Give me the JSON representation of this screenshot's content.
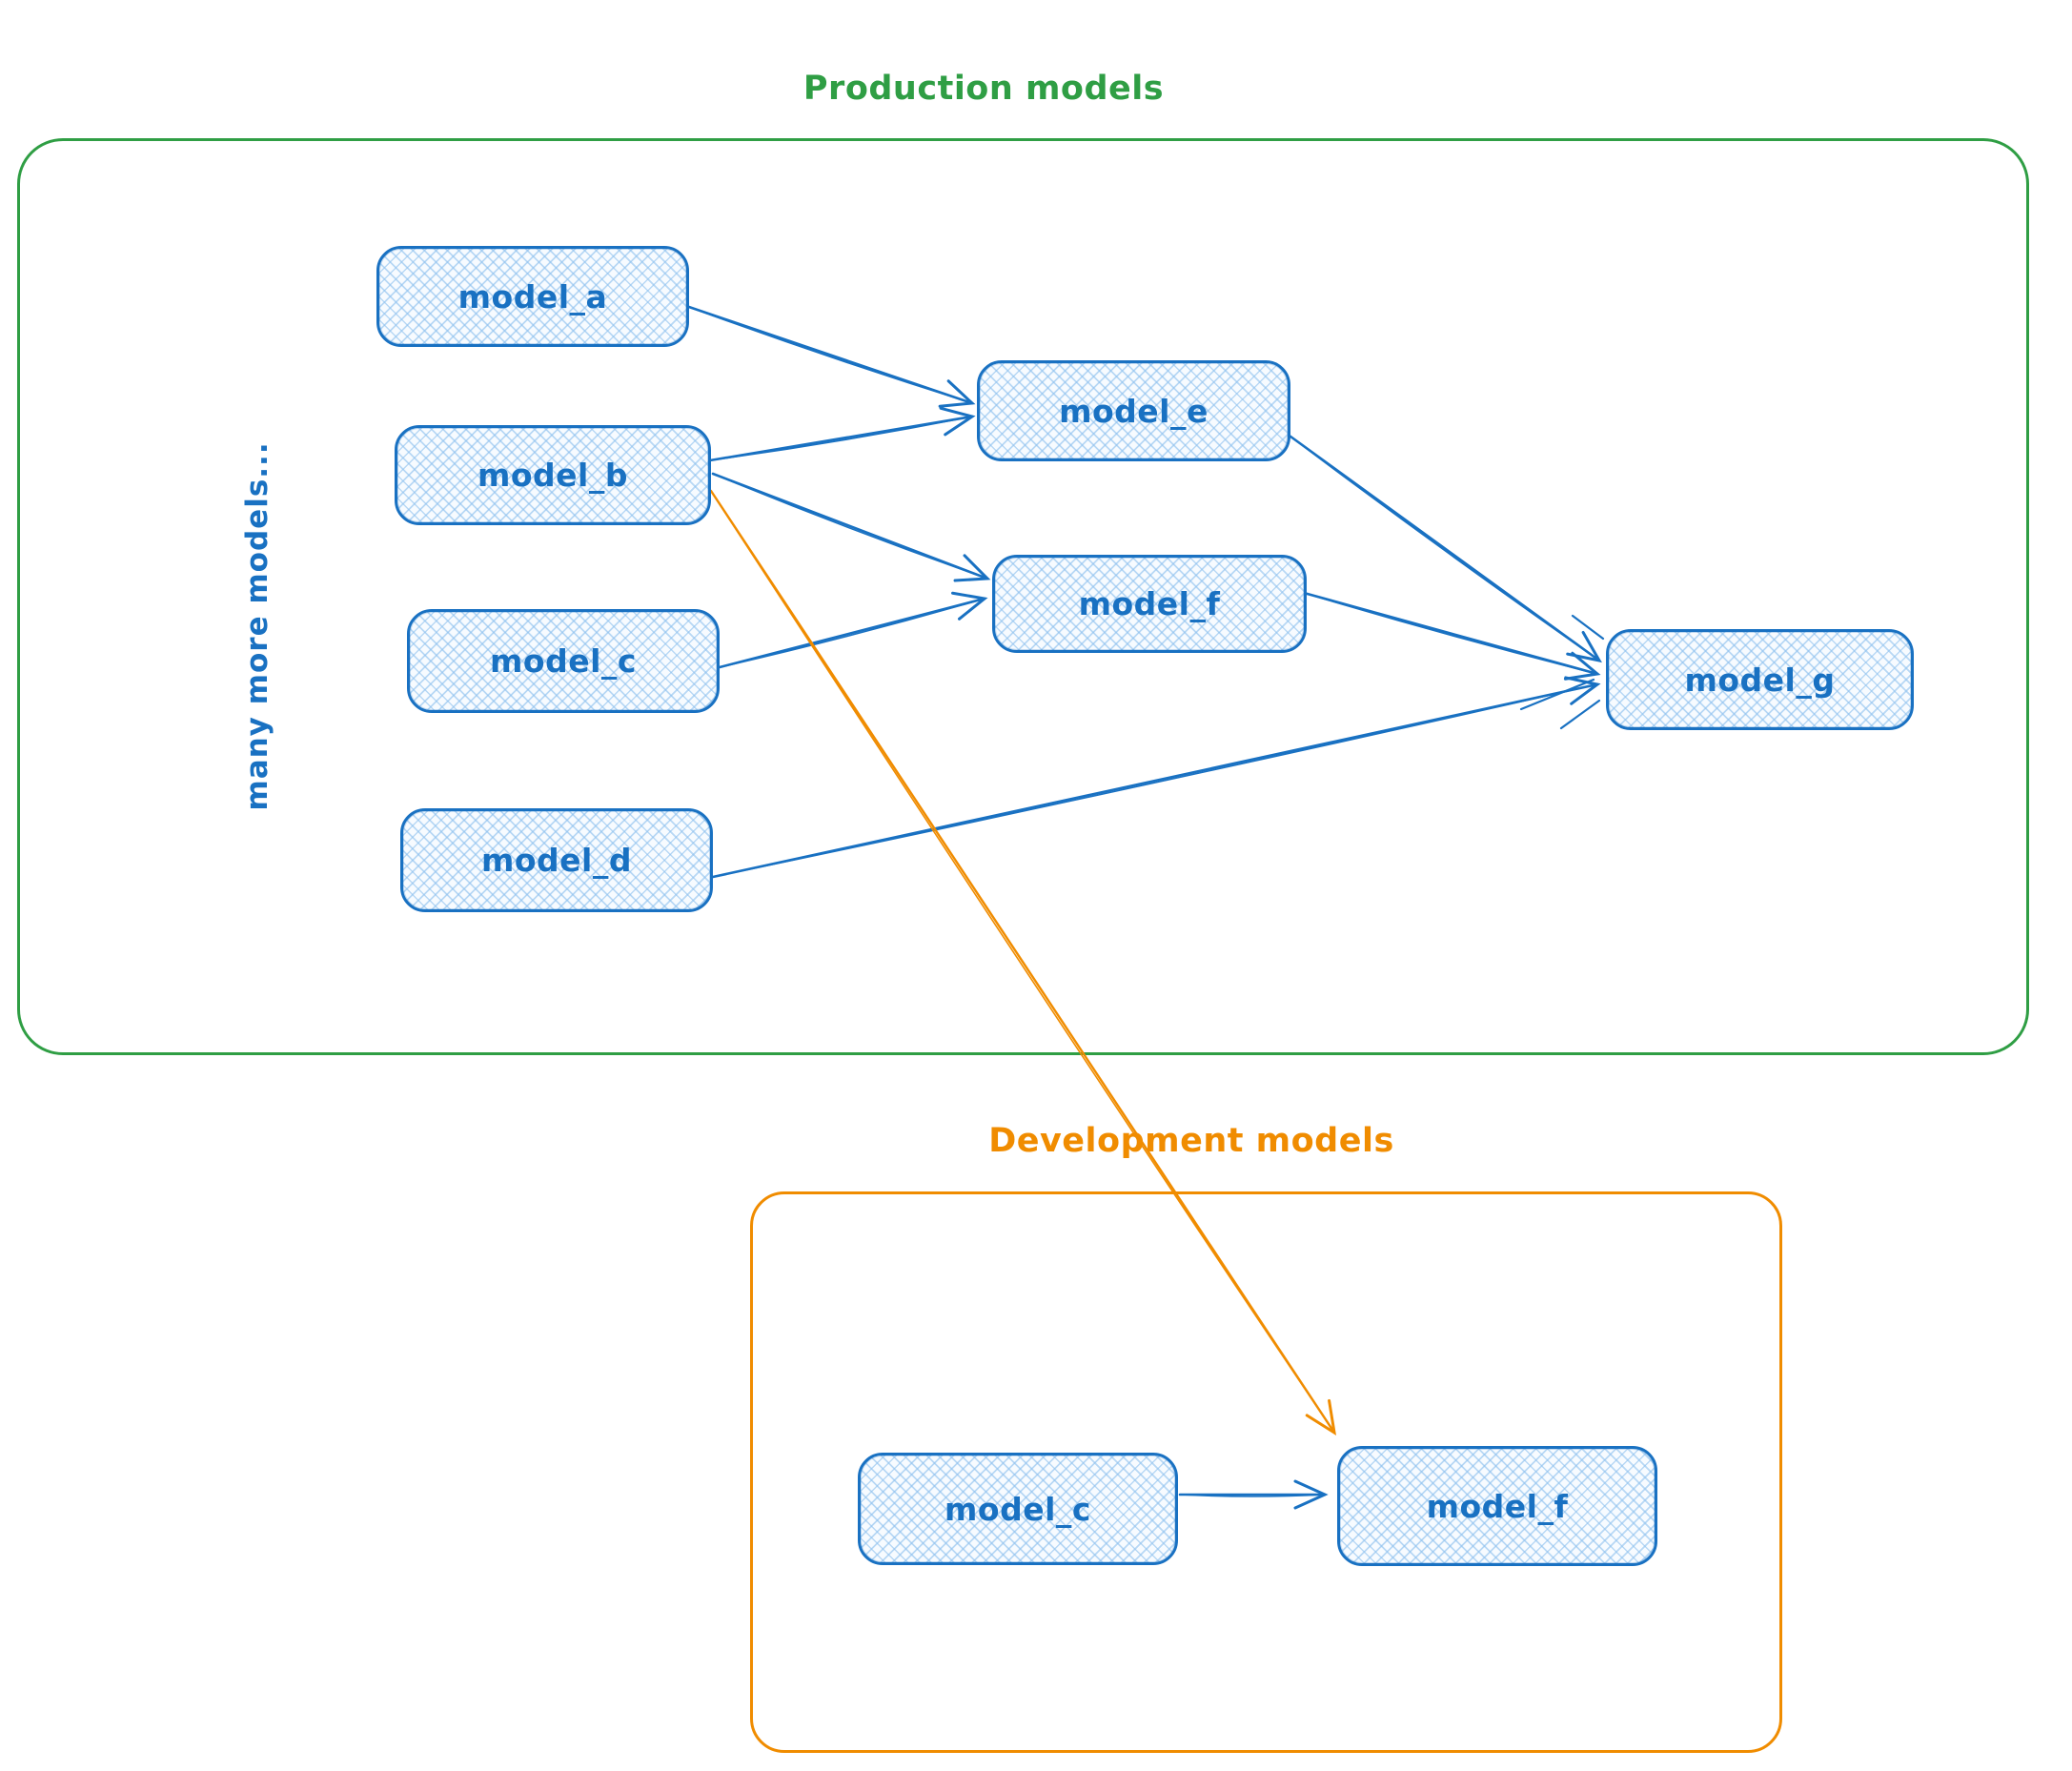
{
  "production": {
    "title": "Production models",
    "annotation": "many more models...",
    "nodes": {
      "a": {
        "label": "model_a"
      },
      "b": {
        "label": "model_b"
      },
      "c": {
        "label": "model_c"
      },
      "d": {
        "label": "model_d"
      },
      "e": {
        "label": "model_e"
      },
      "f": {
        "label": "model_f"
      },
      "g": {
        "label": "model_g"
      }
    }
  },
  "development": {
    "title": "Development models",
    "nodes": {
      "c": {
        "label": "model_c"
      },
      "f": {
        "label": "model_f"
      }
    }
  },
  "edges": [
    {
      "from": "model_a",
      "to": "model_e",
      "color": "blue"
    },
    {
      "from": "model_b",
      "to": "model_e",
      "color": "blue"
    },
    {
      "from": "model_b",
      "to": "model_f",
      "color": "blue"
    },
    {
      "from": "model_c",
      "to": "model_f",
      "color": "blue"
    },
    {
      "from": "model_e",
      "to": "model_g",
      "color": "blue"
    },
    {
      "from": "model_f",
      "to": "model_g",
      "color": "blue"
    },
    {
      "from": "model_d",
      "to": "model_g",
      "color": "blue"
    },
    {
      "from": "production model_b",
      "to": "development model_f",
      "color": "orange"
    },
    {
      "from": "development model_c",
      "to": "development model_f",
      "color": "blue"
    }
  ],
  "colors": {
    "blue": "#1971c2",
    "green": "#2f9e44",
    "orange": "#f08c00",
    "node_fill": "#e9f3fc"
  }
}
